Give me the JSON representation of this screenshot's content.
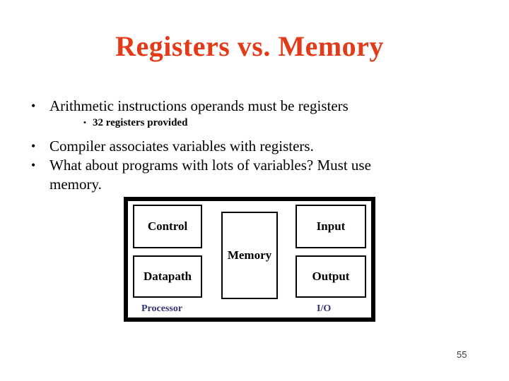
{
  "slide": {
    "title": "Registers vs. Memory",
    "bullet_char": "•",
    "bullets": [
      {
        "level": 1,
        "text": "Arithmetic instructions operands must be registers"
      },
      {
        "level": 2,
        "text": "32 registers provided"
      },
      {
        "level": 1,
        "text": "Compiler associates variables with registers."
      },
      {
        "level": 1,
        "text": "What about programs with lots of variables? Must use memory."
      }
    ],
    "page_number": "55"
  },
  "diagram": {
    "boxes": {
      "control": "Control",
      "datapath": "Datapath",
      "memory": "Memory",
      "input": "Input",
      "output": "Output"
    },
    "labels": {
      "processor": "Processor",
      "io": "I/O"
    }
  },
  "colors": {
    "title": "#E33B1A",
    "body_text": "#000000",
    "diagram_border": "#000000",
    "diagram_label": "#333377",
    "page_number": "#3a3a3a"
  }
}
